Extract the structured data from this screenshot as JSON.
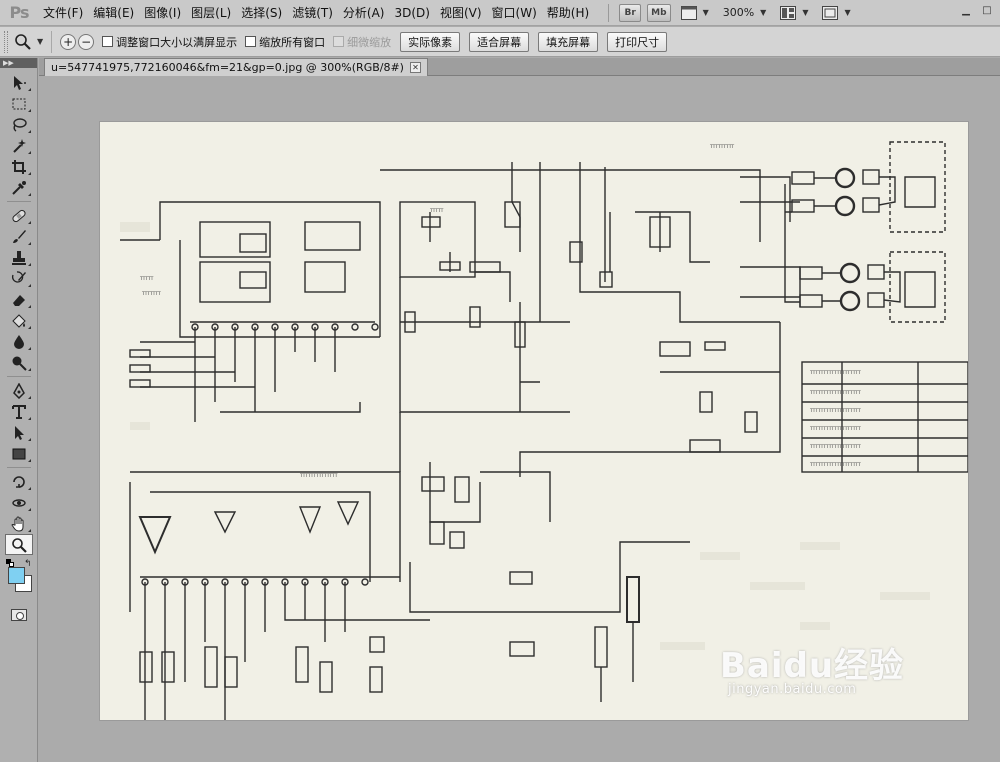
{
  "app": {
    "logo": "Ps"
  },
  "menu": {
    "items": [
      {
        "label": "文件(F)"
      },
      {
        "label": "编辑(E)"
      },
      {
        "label": "图像(I)"
      },
      {
        "label": "图层(L)"
      },
      {
        "label": "选择(S)"
      },
      {
        "label": "滤镜(T)"
      },
      {
        "label": "分析(A)"
      },
      {
        "label": "3D(D)"
      },
      {
        "label": "视图(V)"
      },
      {
        "label": "窗口(W)"
      },
      {
        "label": "帮助(H)"
      }
    ],
    "bridge_label": "Br",
    "minibridge_label": "Mb",
    "zoom_value": "300%"
  },
  "options": {
    "check_resize_windows": "调整窗口大小以满屏显示",
    "check_zoom_all": "缩放所有窗口",
    "check_scrubby": "细微缩放",
    "btn_actual_pixels": "实际像素",
    "btn_fit_screen": "适合屏幕",
    "btn_fill_screen": "填充屏幕",
    "btn_print_size": "打印尺寸"
  },
  "document": {
    "tab_title": "u=547741975,772160046&fm=21&gp=0.jpg @ 300%(RGB/8#)",
    "watermark_logo": "Baidu经验",
    "watermark_url": "jingyan.baidu.com"
  },
  "colors": {
    "foreground": "#7fd0f2",
    "background": "#ffffff"
  }
}
